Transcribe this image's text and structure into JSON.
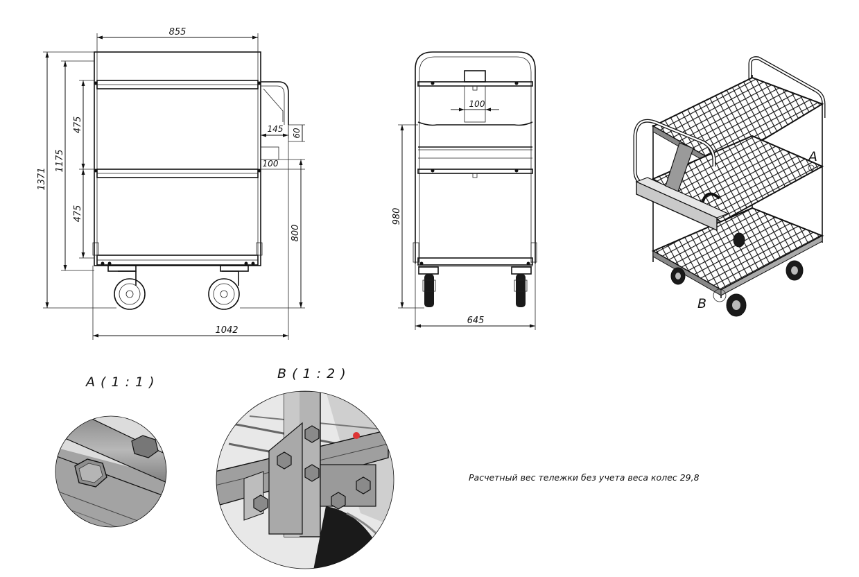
{
  "dimensions": {
    "top_width": "855",
    "overall_height": "1371",
    "frame_height": "1175",
    "shelf_gap_top": "475",
    "shelf_gap_bottom": "475",
    "handle_depth": "145",
    "handle_offset": "60",
    "handle_height": "100",
    "handle_floor_height": "800",
    "overall_length": "1042",
    "front_height": "980",
    "front_plate_width": "100",
    "overall_width": "645"
  },
  "views": {
    "front_label": "",
    "detail_a_title": "A ( 1 : 1 )",
    "detail_b_title": "B ( 1 : 2 )",
    "callout_a": "A",
    "callout_b": "B"
  },
  "note": "Расчетный вес тележки без учета веса колес 29,8",
  "colors": {
    "line": "#111111",
    "steel_light": "#d9d9d9",
    "steel_mid": "#a6a6a6",
    "steel_dark": "#5c5c5c",
    "tire": "#1a1a1a"
  }
}
